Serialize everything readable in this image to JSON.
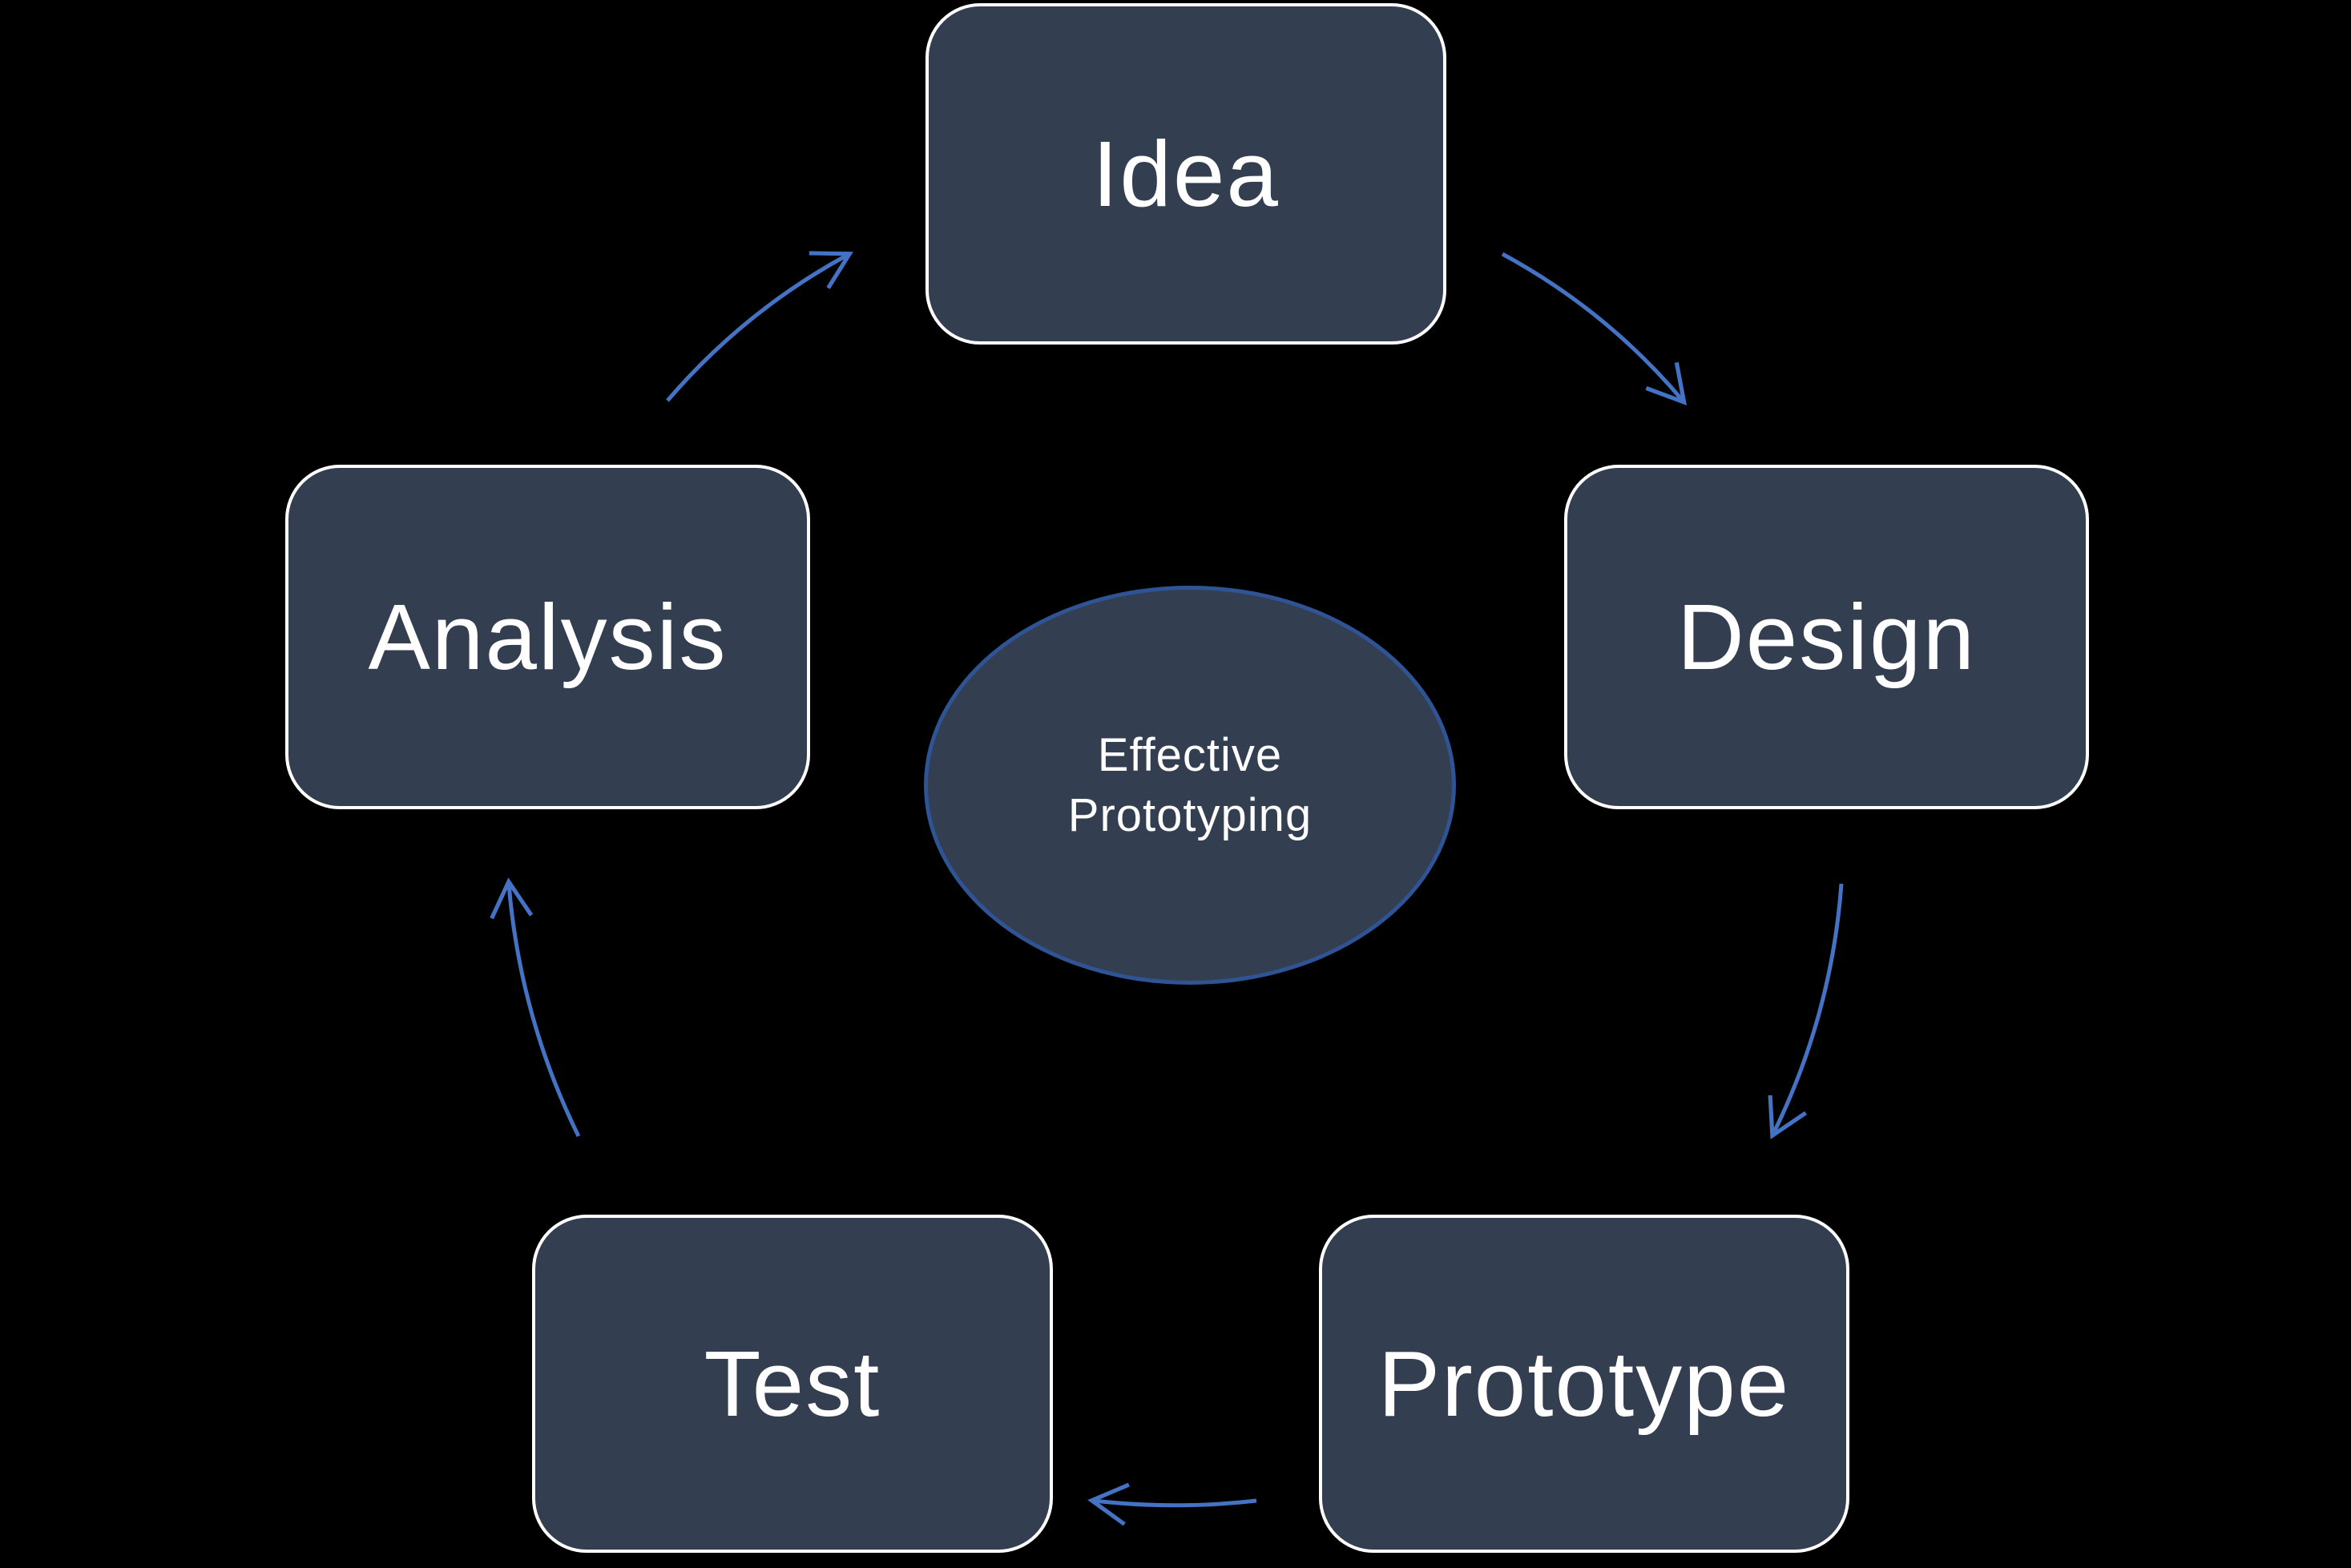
{
  "background": "#000000",
  "colors": {
    "background": "#000000",
    "node_fill": "#333e50",
    "node_border": "#ffffff",
    "node_text": "#ffffff",
    "center_fill": "#333e50",
    "center_border": "#2f5496",
    "arrow": "#4472c4"
  },
  "center": {
    "label": "Effective Prototyping"
  },
  "nodes": [
    {
      "id": "idea",
      "label": "Idea"
    },
    {
      "id": "design",
      "label": "Design"
    },
    {
      "id": "prototype",
      "label": "Prototype"
    },
    {
      "id": "test",
      "label": "Test"
    },
    {
      "id": "analysis",
      "label": "Analysis"
    }
  ],
  "edges": [
    {
      "from": "Idea",
      "to": "Design"
    },
    {
      "from": "Design",
      "to": "Prototype"
    },
    {
      "from": "Prototype",
      "to": "Test"
    },
    {
      "from": "Test",
      "to": "Analysis"
    },
    {
      "from": "Analysis",
      "to": "Idea"
    }
  ]
}
